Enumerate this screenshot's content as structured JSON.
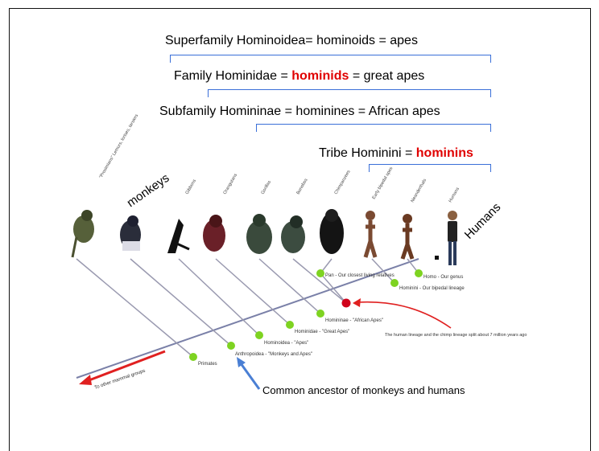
{
  "headings": {
    "superfamily": "Superfamily Hominoidea= hominoids = apes",
    "family_prefix": "Family Hominidae = ",
    "family_highlight": "hominids",
    "family_suffix": " = great apes",
    "subfamily": "Subfamily Homininae = hominines = African apes",
    "tribe_prefix": "Tribe Hominini = ",
    "tribe_highlight": "hominins"
  },
  "annotations": {
    "monkeys": "monkeys",
    "humans": "Humans",
    "common_ancestor": "Common ancestor of monkeys and humans"
  },
  "tree": {
    "taxa": [
      "\"Prosimians\" Lemurs, lorises, tarsiers",
      "Monkeys",
      "Gibbons",
      "Orangutans",
      "Gorillas",
      "Bonobos",
      "Chimpanzees",
      "Early bipedal apes",
      "Neanderthals",
      "Humans"
    ],
    "nodes": {
      "primates": "Primates",
      "anthropoidea": "Anthropoidea - \"Monkeys and Apes\"",
      "hominoidea": "Hominoidea - \"Apes\"",
      "hominidae": "Hominidae - \"Great Apes\"",
      "homininae": "Homininae - \"African Apes\"",
      "pan": "Pan - Our closest living relatives",
      "hominini": "Hominini - Our bipedal lineage",
      "homo": "Homo - Our genus"
    },
    "split_note": "The human lineage and the chimp lineage split about 7 million years ago",
    "other_groups": "To other mammal groups"
  },
  "colors": {
    "bracket": "#3a6fd8",
    "highlight": "#e00000",
    "node_green": "#7ed321",
    "node_red": "#d0021b",
    "arrow_red": "#e02020",
    "arrow_blue": "#4a7fd4"
  }
}
